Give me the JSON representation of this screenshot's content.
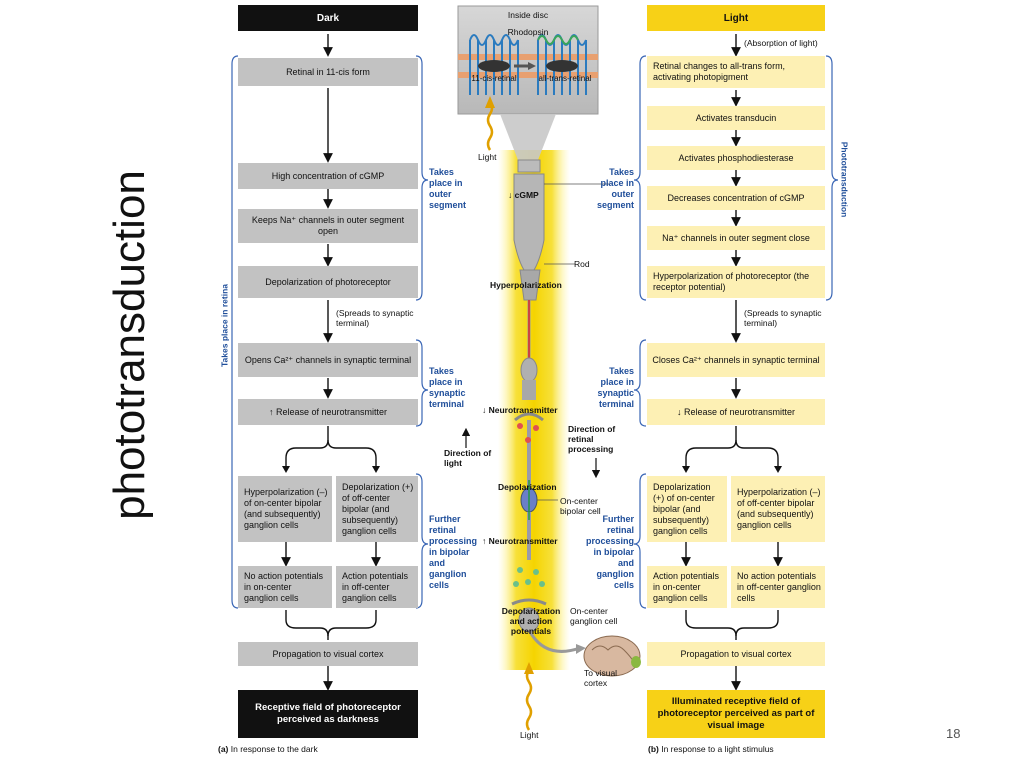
{
  "slide": {
    "title": "phototransduction",
    "page_number": "18"
  },
  "dark": {
    "header": "Dark",
    "steps": [
      "Retinal in 11-cis form",
      "High concentration of cGMP",
      "Keeps Na⁺ channels in outer segment open",
      "Depolarization of photoreceptor",
      "Opens Ca²⁺ channels in synaptic terminal",
      "↑ Release of neurotransmitter"
    ],
    "spreads": "(Spreads to synaptic terminal)",
    "split": [
      "Hyperpolarization (–) of on-center bipolar (and subsequently) ganglion cells",
      "Depolarization (+) of off-center bipolar (and subsequently) ganglion cells"
    ],
    "outcomes": [
      "No action potentials in on-center ganglion cells",
      "Action potentials in off-center ganglion cells"
    ],
    "propagation": "Propagation to visual cortex",
    "result": "Receptive field of photoreceptor perceived as darkness",
    "caption_letter": "(a)",
    "caption": "In response to the dark",
    "retina_label": "Takes place in retina"
  },
  "light": {
    "header": "Light",
    "absorption": "(Absorption of light)",
    "steps": [
      "Retinal changes to all-trans form, activating photopigment",
      "Activates transducin",
      "Activates phosphodiesterase",
      "Decreases concentration of cGMP",
      "Na⁺ channels in outer segment close",
      "Hyperpolarization of photoreceptor (the receptor potential)",
      "Closes Ca²⁺ channels in synaptic terminal",
      "↓ Release of neurotransmitter"
    ],
    "spreads": "(Spreads to synaptic terminal)",
    "split": [
      "Depolarization (+) of on-center bipolar (and subsequently) ganglion cells",
      "Hyperpolarization (–) of off-center bipolar (and subsequently) ganglion cells"
    ],
    "outcomes": [
      "Action potentials in on-center ganglion cells",
      "No action potentials in off-center ganglion cells"
    ],
    "propagation": "Propagation to visual cortex",
    "result": "Illuminated receptive field of photoreceptor perceived as part of visual image",
    "caption_letter": "(b)",
    "caption": "In response to a light stimulus",
    "phototransduction_label": "Phototransduction"
  },
  "brackets": {
    "outer_segment": "Takes place in outer segment",
    "synaptic": "Takes place in synaptic terminal",
    "further": "Further retinal processing in bipolar and ganglion cells"
  },
  "center": {
    "inside_disc": "Inside disc",
    "rhodopsin": "Rhodopsin",
    "cis_retinal": "11-cis-retinal",
    "trans_retinal": "all-trans-retinal",
    "light_top": "Light",
    "cgmp": "↓ cGMP",
    "rod": "Rod",
    "hyperpolarization": "Hyperpolarization",
    "neurotransmitter_1": "↓ Neurotransmitter",
    "neurotransmitter_2": "↑ Neurotransmitter",
    "direction_light": "Direction of light",
    "direction_processing": "Direction of retinal processing",
    "depolarization": "Depolarization",
    "on_center_bipolar": "On-center bipolar cell",
    "depol_action": "Depolarization and action potentials",
    "on_center_ganglion": "On-center ganglion cell",
    "to_visual_cortex": "To visual cortex",
    "light_bottom": "Light"
  }
}
